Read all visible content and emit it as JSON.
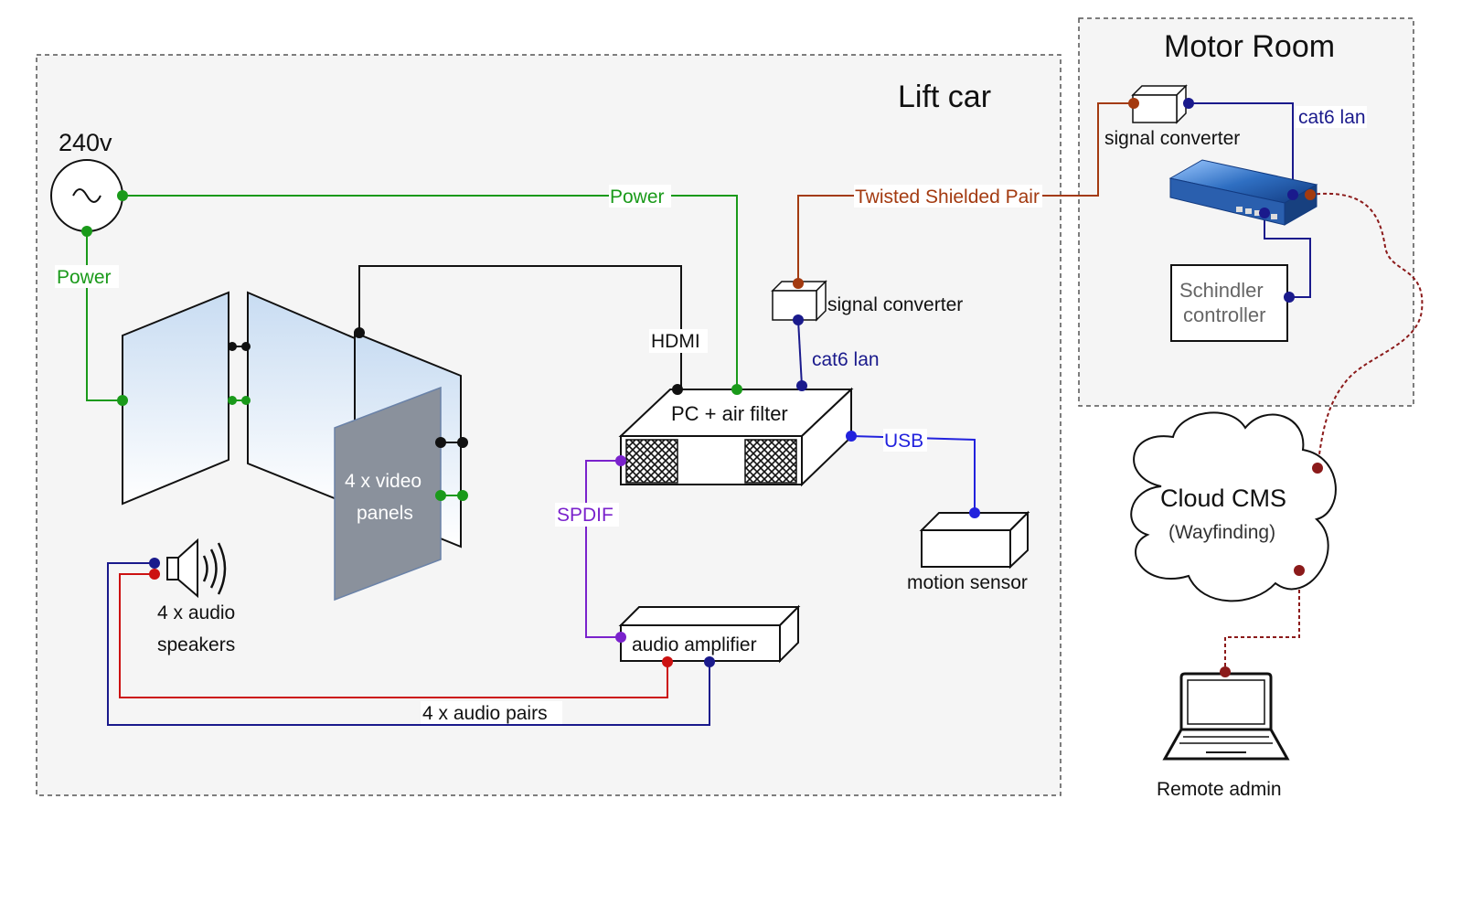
{
  "regions": {
    "lift_car": "Lift car",
    "motor_room": "Motor Room"
  },
  "components": {
    "power_source": "240v",
    "video_panels_line1": "4 x video",
    "video_panels_line2": "panels",
    "pc": "PC + air filter",
    "signal_converter_lift": "signal converter",
    "signal_converter_motor": "signal converter",
    "motion_sensor": "motion sensor",
    "audio_amplifier": "audio amplifier",
    "speakers_line1": "4 x audio",
    "speakers_line2": "speakers",
    "schindler_line1": "Schindler",
    "schindler_line2": "controller",
    "cloud_line1": "Cloud CMS",
    "cloud_line2": "(Wayfinding)",
    "remote_admin": "Remote admin"
  },
  "connections": {
    "power_main": "Power",
    "power_panels": "Power",
    "hdmi": "HDMI",
    "cat6_lift": "cat6 lan",
    "cat6_motor": "cat6 lan",
    "twisted_pair": "Twisted Shielded Pair",
    "usb": "USB",
    "spdif": "SPDIF",
    "audio_pairs": "4 x audio pairs"
  },
  "colors": {
    "power": "#1a9a1a",
    "lan": "#1a1a8c",
    "usb": "#2222dd",
    "twisted_pair": "#a33a10",
    "spdif": "#7a22cc",
    "audio_red": "#cc1111",
    "audio_blue": "#1a1a8c",
    "cloud_link": "#8b1a1a",
    "region_bg": "#f5f5f5"
  }
}
